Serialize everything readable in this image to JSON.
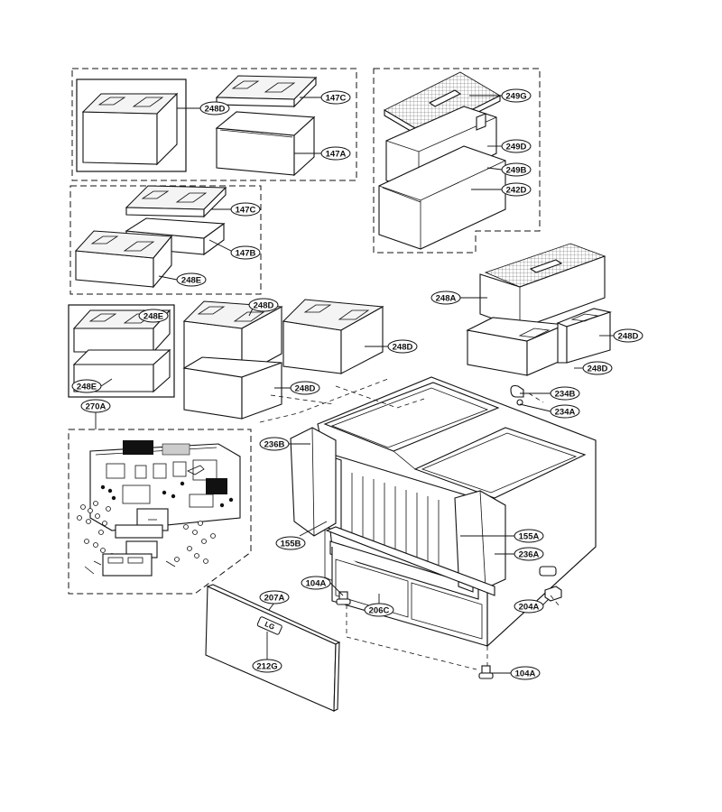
{
  "labels": {
    "l_147C_top": "147C",
    "l_248D_top": "248D",
    "l_147A": "147A",
    "l_249G": "249G",
    "l_249D": "249D",
    "l_249B": "249B",
    "l_242D": "242D",
    "l_147C_mid": "147C",
    "l_147B": "147B",
    "l_248E_mid": "248E",
    "l_248A": "248A",
    "l_248E_a": "248E",
    "l_248E_b": "248E",
    "l_248D_a": "248D",
    "l_248D_b": "248D",
    "l_248D_c": "248D",
    "l_248D_d": "248D",
    "l_248D_e": "248D",
    "l_234B": "234B",
    "l_234A": "234A",
    "l_270A": "270A",
    "l_236B": "236B",
    "l_155A": "155A",
    "l_236A": "236A",
    "l_155B": "155B",
    "l_104A_a": "104A",
    "l_204A": "204A",
    "l_207A": "207A",
    "l_206C": "206C",
    "l_212G": "212G",
    "l_104A_b": "104A",
    "logo_text": "LG"
  }
}
